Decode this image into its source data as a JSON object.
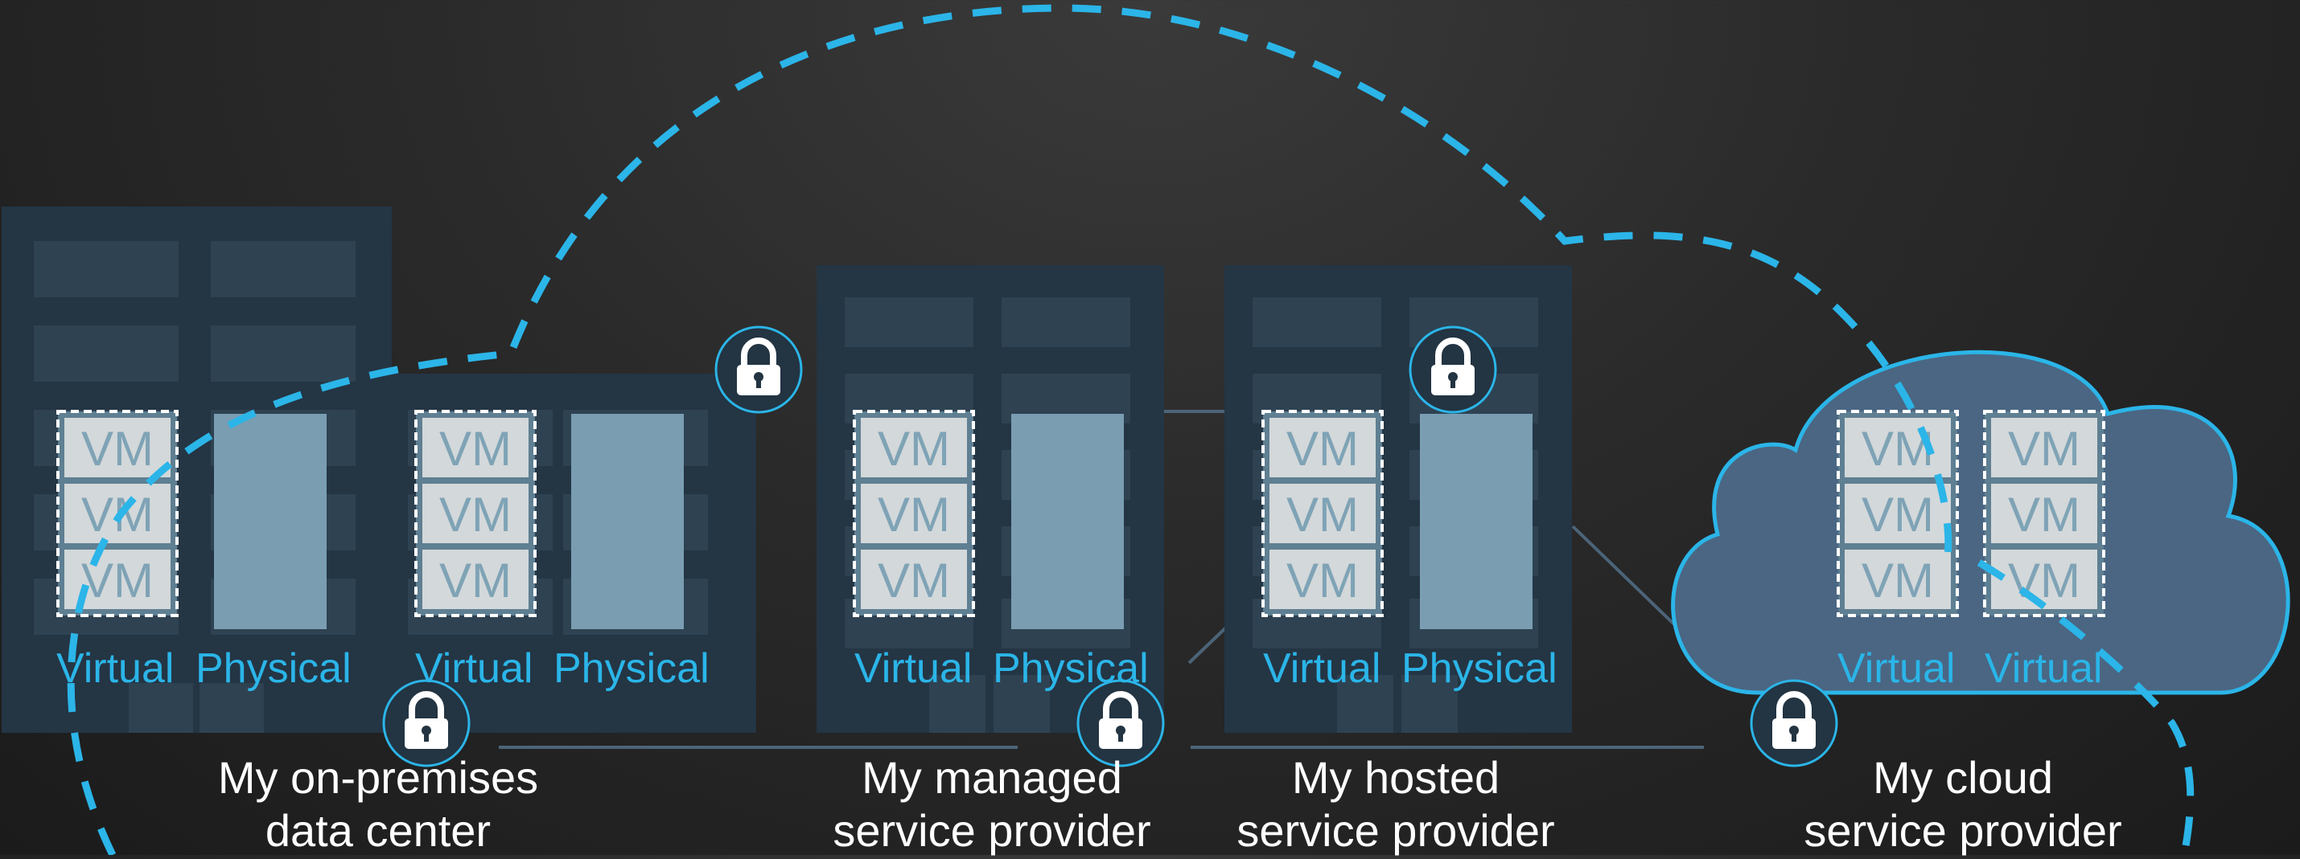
{
  "colors": {
    "accent": "#2bb5e8",
    "building": "#243544",
    "window": "#2e4252",
    "physical": "#7a9db2",
    "vm_box": "#d3d8da",
    "vm_text": "#7fa3b6",
    "cloud": "#4a6683",
    "text": "#ffffff"
  },
  "labels": {
    "virtual": "Virtual",
    "physical": "Physical",
    "vm": "VM"
  },
  "locations": [
    {
      "line1": "My on-premises",
      "line2": "data center"
    },
    {
      "line1": "My managed",
      "line2": "service provider"
    },
    {
      "line1": "My hosted",
      "line2": "service provider"
    },
    {
      "line1": "My cloud",
      "line2": "service provider"
    }
  ],
  "icons": [
    "lock-icon"
  ]
}
